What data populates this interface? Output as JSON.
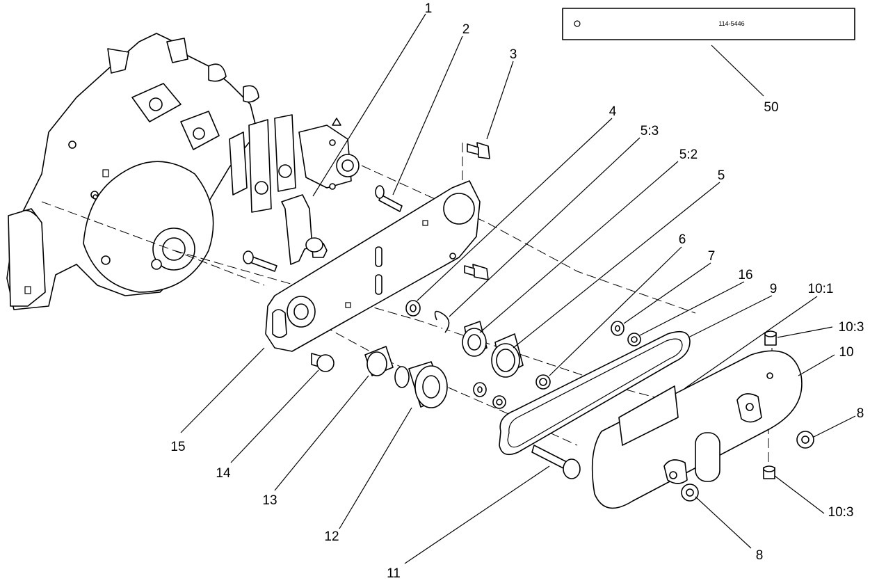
{
  "decal": {
    "part_number": "114-5446"
  },
  "callouts": [
    {
      "id": "c1",
      "label": "1"
    },
    {
      "id": "c2",
      "label": "2"
    },
    {
      "id": "c3",
      "label": "3"
    },
    {
      "id": "c4",
      "label": "4"
    },
    {
      "id": "c53",
      "label": "5:3"
    },
    {
      "id": "c52",
      "label": "5:2"
    },
    {
      "id": "c5",
      "label": "5"
    },
    {
      "id": "c6",
      "label": "6"
    },
    {
      "id": "c7",
      "label": "7"
    },
    {
      "id": "c16",
      "label": "16"
    },
    {
      "id": "c9",
      "label": "9"
    },
    {
      "id": "c101",
      "label": "10:1"
    },
    {
      "id": "c103a",
      "label": "10:3"
    },
    {
      "id": "c10",
      "label": "10"
    },
    {
      "id": "c8a",
      "label": "8"
    },
    {
      "id": "c103b",
      "label": "10:3"
    },
    {
      "id": "c8b",
      "label": "8"
    },
    {
      "id": "c11",
      "label": "11"
    },
    {
      "id": "c12",
      "label": "12"
    },
    {
      "id": "c13",
      "label": "13"
    },
    {
      "id": "c14",
      "label": "14"
    },
    {
      "id": "c15",
      "label": "15"
    },
    {
      "id": "c50",
      "label": "50"
    }
  ]
}
